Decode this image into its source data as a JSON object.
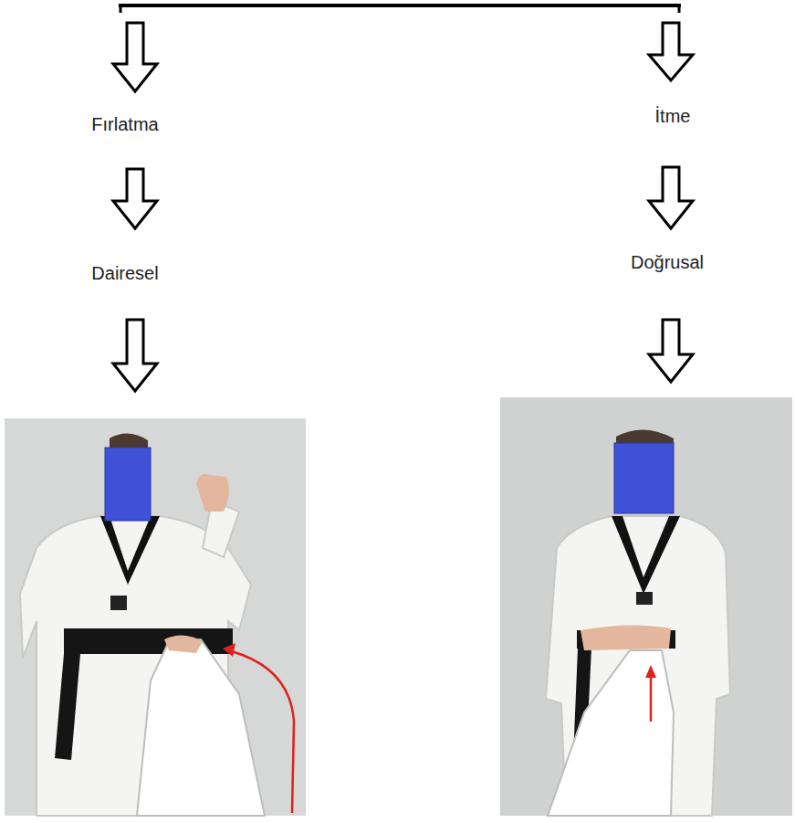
{
  "diagram": {
    "labels": [
      "Fırlatma",
      "Dairesel",
      "İtme",
      "Doğrusal"
    ]
  }
}
